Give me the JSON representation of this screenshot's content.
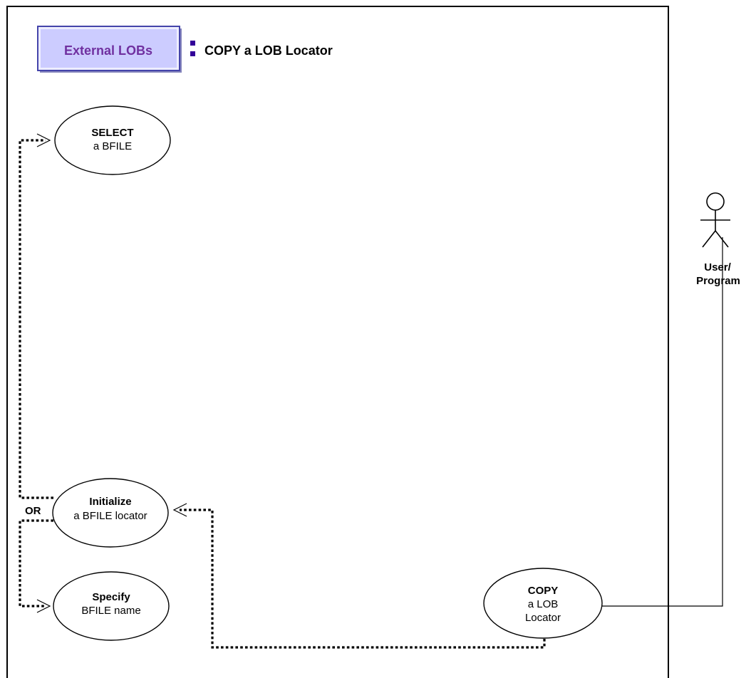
{
  "header": {
    "badge_label": "External LOBs",
    "title": "COPY a LOB Locator",
    "badge_fill": "#ccccff",
    "badge_text_color": "#7030a0",
    "separator_color": "#330099"
  },
  "use_cases": {
    "select": {
      "line1": "SELECT",
      "line2": "a BFILE"
    },
    "initialize": {
      "line1": "Initialize",
      "line2": "a BFILE locator"
    },
    "specify": {
      "line1": "Specify",
      "line2": "BFILE name"
    },
    "copy": {
      "line1": "COPY",
      "line2": "a LOB",
      "line3": "Locator"
    }
  },
  "actor": {
    "line1": "User/",
    "line2": "Program",
    "icon": "stick-figure-icon"
  },
  "labels": {
    "or": "OR"
  }
}
